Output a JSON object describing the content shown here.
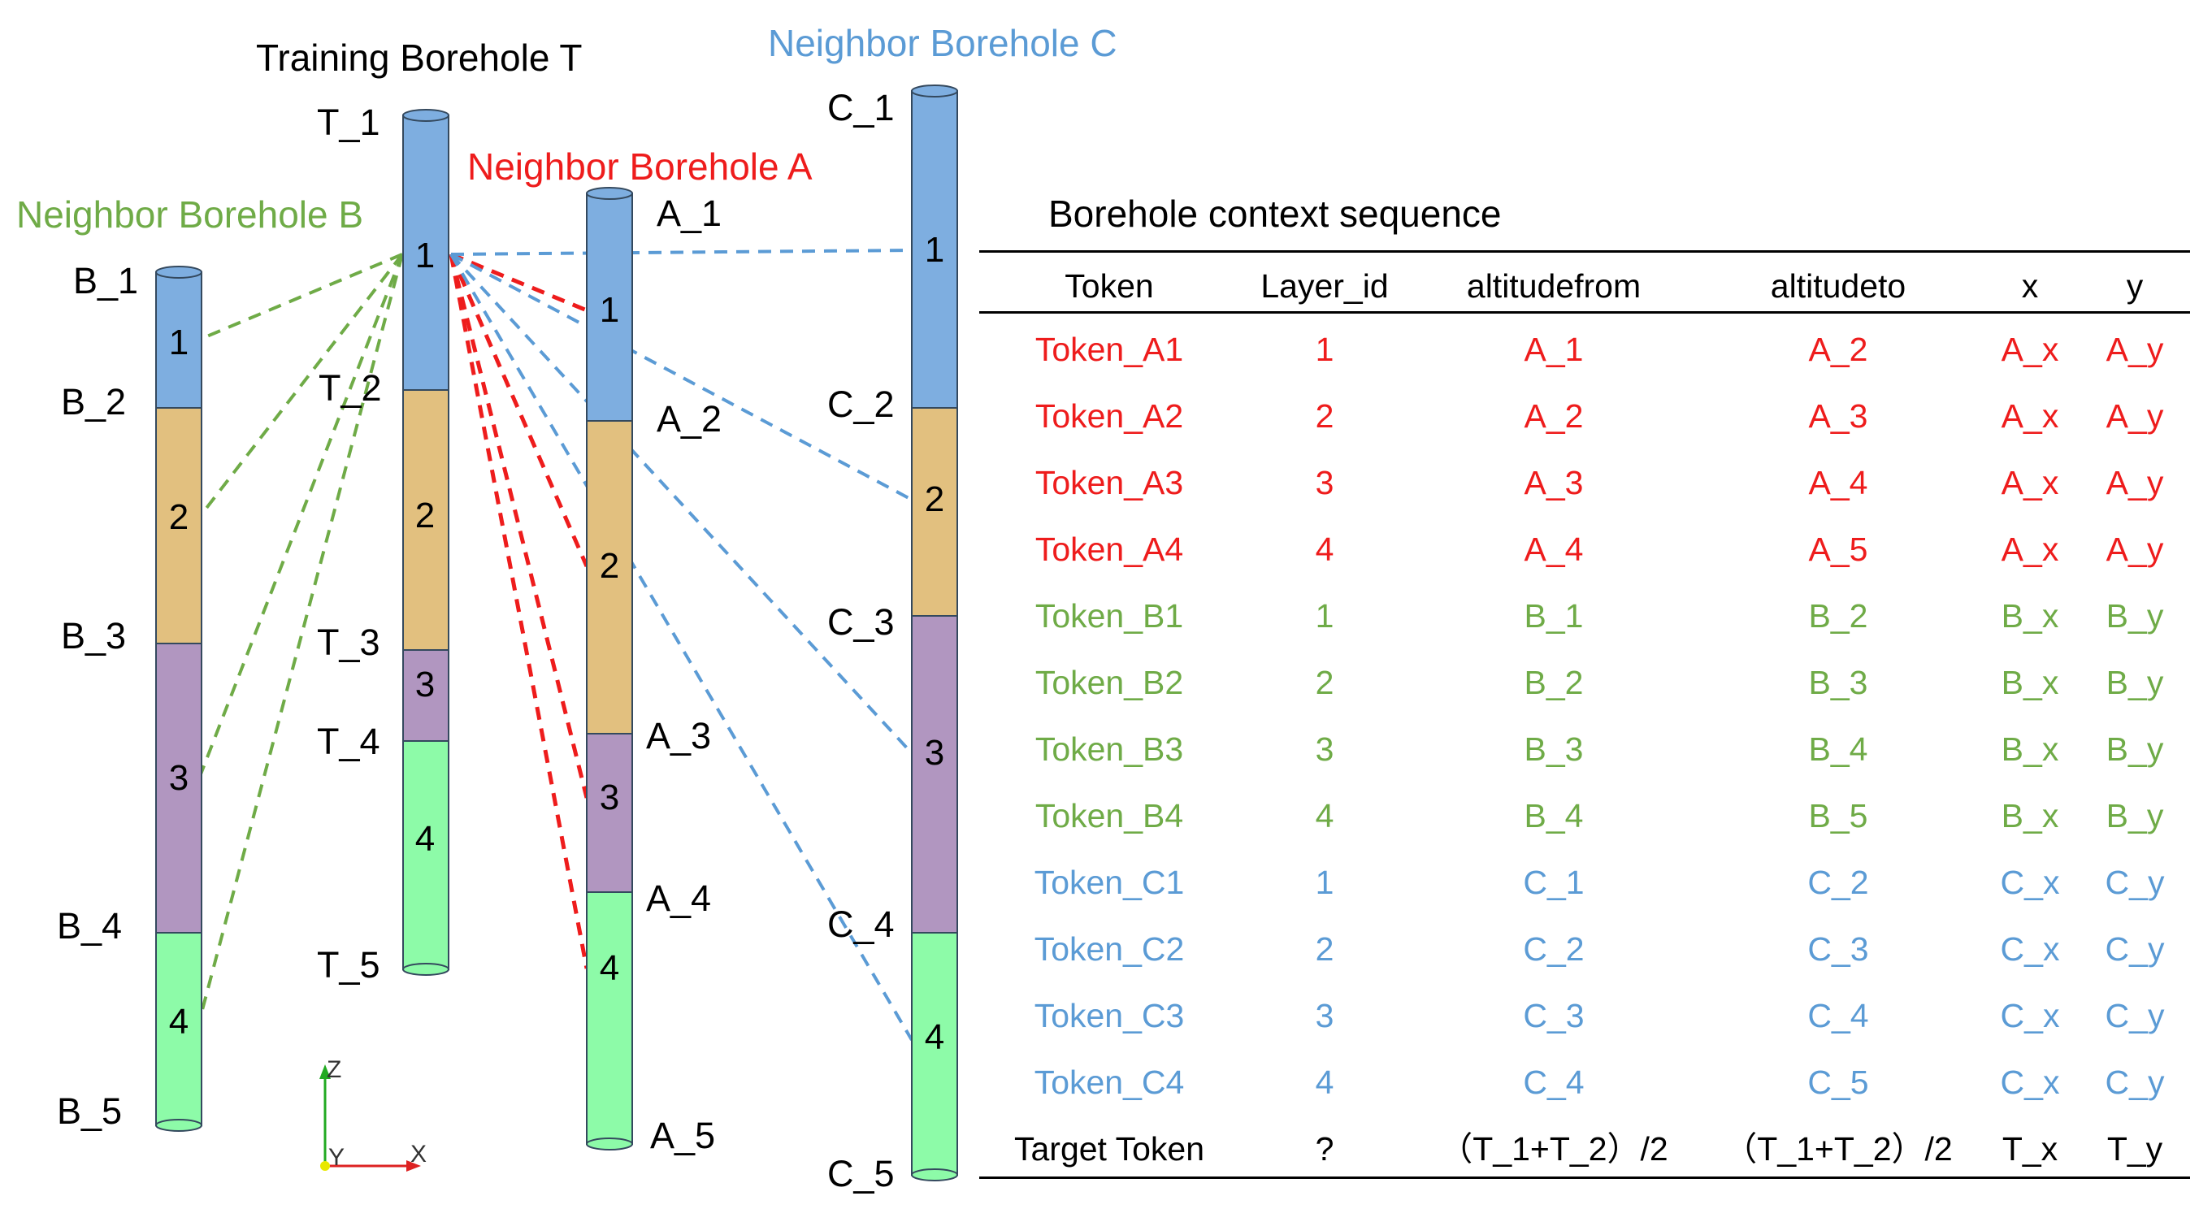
{
  "colors": {
    "layer1": "#7eaee0",
    "layer2": "#e2c07f",
    "layer3": "#b196c0",
    "layer4": "#8dfba8",
    "outline": "#34495e",
    "red": "#ee1c1c",
    "green": "#6fab47",
    "blue": "#5b9bd5",
    "black": "#000000"
  },
  "titles": {
    "training": "Training Borehole T",
    "neighbor_a": "Neighbor Borehole A",
    "neighbor_b": "Neighbor Borehole B",
    "neighbor_c": "Neighbor Borehole C",
    "sequence": "Borehole context sequence"
  },
  "boreholes": {
    "B": {
      "boundaries": [
        "B_1",
        "B_2",
        "B_3",
        "B_4",
        "B_5"
      ],
      "layers": [
        "1",
        "2",
        "3",
        "4"
      ]
    },
    "T": {
      "boundaries": [
        "T_1",
        "T_2",
        "T_3",
        "T_4",
        "T_5"
      ],
      "layers": [
        "1",
        "2",
        "3",
        "4"
      ]
    },
    "A": {
      "boundaries": [
        "A_1",
        "A_2",
        "A_3",
        "A_4",
        "A_5"
      ],
      "layers": [
        "1",
        "2",
        "3",
        "4"
      ]
    },
    "C": {
      "boundaries": [
        "C_1",
        "C_2",
        "C_3",
        "C_4",
        "C_5"
      ],
      "layers": [
        "1",
        "2",
        "3",
        "4"
      ]
    }
  },
  "axes": {
    "z": "Z",
    "y": "Y",
    "x": "X"
  },
  "table": {
    "headers": [
      "Token",
      "Layer_id",
      "altitudefrom",
      "altitudeto",
      "x",
      "y"
    ],
    "rows": [
      {
        "group": "A",
        "cells": [
          "Token_A1",
          "1",
          "A_1",
          "A_2",
          "A_x",
          "A_y"
        ]
      },
      {
        "group": "A",
        "cells": [
          "Token_A2",
          "2",
          "A_2",
          "A_3",
          "A_x",
          "A_y"
        ]
      },
      {
        "group": "A",
        "cells": [
          "Token_A3",
          "3",
          "A_3",
          "A_4",
          "A_x",
          "A_y"
        ]
      },
      {
        "group": "A",
        "cells": [
          "Token_A4",
          "4",
          "A_4",
          "A_5",
          "A_x",
          "A_y"
        ]
      },
      {
        "group": "B",
        "cells": [
          "Token_B1",
          "1",
          "B_1",
          "B_2",
          "B_x",
          "B_y"
        ]
      },
      {
        "group": "B",
        "cells": [
          "Token_B2",
          "2",
          "B_2",
          "B_3",
          "B_x",
          "B_y"
        ]
      },
      {
        "group": "B",
        "cells": [
          "Token_B3",
          "3",
          "B_3",
          "B_4",
          "B_x",
          "B_y"
        ]
      },
      {
        "group": "B",
        "cells": [
          "Token_B4",
          "4",
          "B_4",
          "B_5",
          "B_x",
          "B_y"
        ]
      },
      {
        "group": "C",
        "cells": [
          "Token_C1",
          "1",
          "C_1",
          "C_2",
          "C_x",
          "C_y"
        ]
      },
      {
        "group": "C",
        "cells": [
          "Token_C2",
          "2",
          "C_2",
          "C_3",
          "C_x",
          "C_y"
        ]
      },
      {
        "group": "C",
        "cells": [
          "Token_C3",
          "3",
          "C_3",
          "C_4",
          "C_x",
          "C_y"
        ]
      },
      {
        "group": "C",
        "cells": [
          "Token_C4",
          "4",
          "C_4",
          "C_5",
          "C_x",
          "C_y"
        ]
      },
      {
        "group": "T",
        "cells": [
          "Target Token",
          "?",
          "（T_1+T_2）/2",
          "（T_1+T_2）/2",
          "T_x",
          "T_y"
        ]
      }
    ]
  }
}
